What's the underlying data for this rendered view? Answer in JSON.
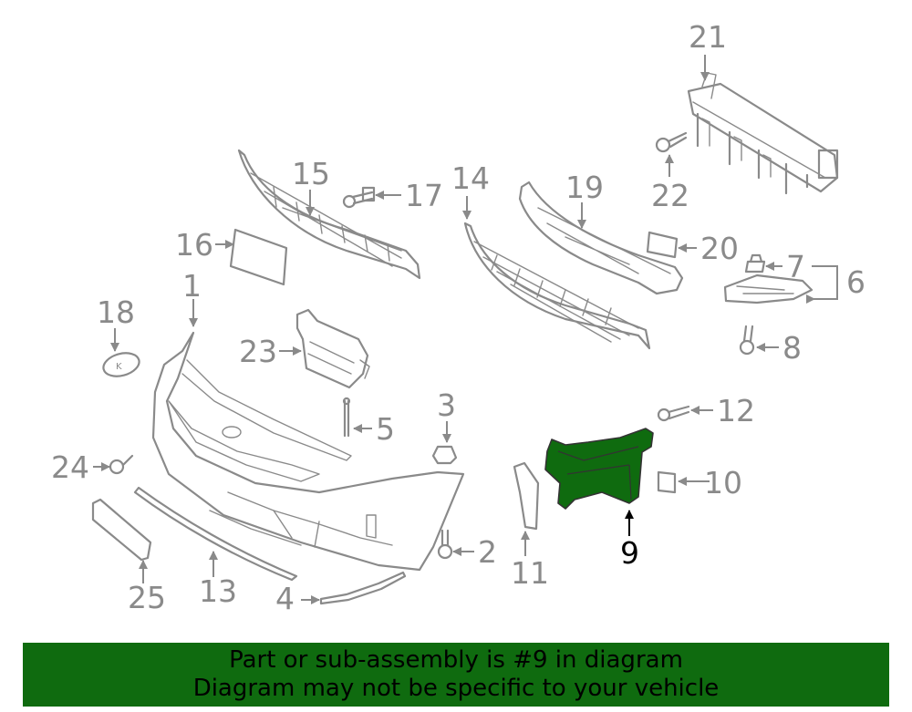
{
  "diagram": {
    "callouts": [
      {
        "id": "1",
        "label": "1"
      },
      {
        "id": "2",
        "label": "2"
      },
      {
        "id": "3",
        "label": "3"
      },
      {
        "id": "4",
        "label": "4"
      },
      {
        "id": "5",
        "label": "5"
      },
      {
        "id": "6",
        "label": "6"
      },
      {
        "id": "7",
        "label": "7"
      },
      {
        "id": "8",
        "label": "8"
      },
      {
        "id": "9",
        "label": "9"
      },
      {
        "id": "10",
        "label": "10"
      },
      {
        "id": "11",
        "label": "11"
      },
      {
        "id": "12",
        "label": "12"
      },
      {
        "id": "13",
        "label": "13"
      },
      {
        "id": "14",
        "label": "14"
      },
      {
        "id": "15",
        "label": "15"
      },
      {
        "id": "16",
        "label": "16"
      },
      {
        "id": "17",
        "label": "17"
      },
      {
        "id": "18",
        "label": "18"
      },
      {
        "id": "19",
        "label": "19"
      },
      {
        "id": "20",
        "label": "20"
      },
      {
        "id": "21",
        "label": "21"
      },
      {
        "id": "22",
        "label": "22"
      },
      {
        "id": "23",
        "label": "23"
      },
      {
        "id": "24",
        "label": "24"
      },
      {
        "id": "25",
        "label": "25"
      }
    ],
    "highlighted_part": "9",
    "highlight_color": "#0f6b0f",
    "line_color": "#8a8a8a"
  },
  "banner": {
    "line1": "Part or sub-assembly is #9 in diagram",
    "line2": "Diagram may not be specific to your vehicle",
    "background": "#0f6b0f"
  }
}
